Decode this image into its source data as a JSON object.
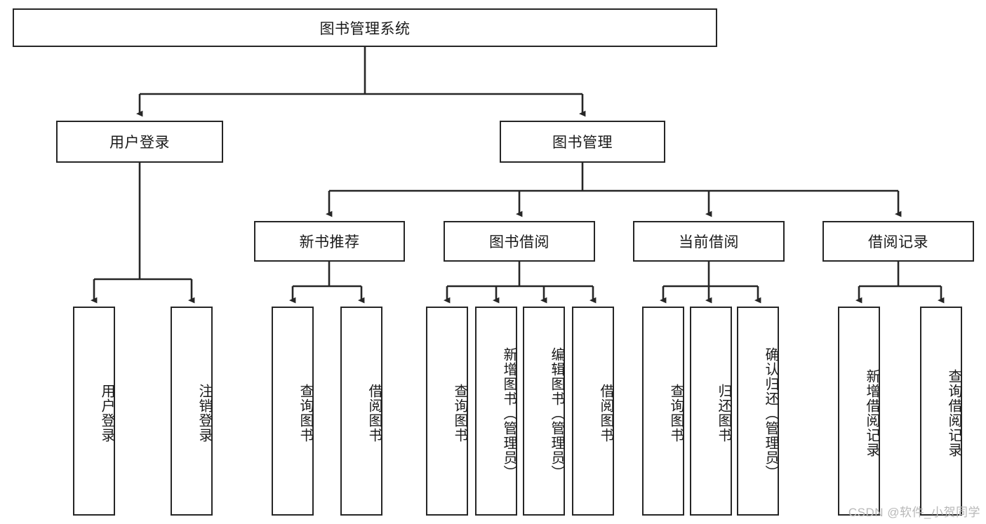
{
  "diagram": {
    "title": "图书管理系统",
    "type": "hierarchy-tree",
    "watermark": "CSDN @软件_小贺同学",
    "colors": {
      "background": "#ffffff",
      "border": "#262626",
      "text": "#1a1a1a",
      "watermark": "#b8b8b8"
    },
    "nodes": {
      "root": {
        "label": "图书管理系统"
      },
      "level2": [
        {
          "label": "用户登录"
        },
        {
          "label": "图书管理"
        }
      ],
      "level3": [
        {
          "label": "新书推荐"
        },
        {
          "label": "图书借阅"
        },
        {
          "label": "当前借阅"
        },
        {
          "label": "借阅记录"
        }
      ],
      "leaves_user_login": [
        {
          "label": "用户登录"
        },
        {
          "label": "注销登录"
        }
      ],
      "leaves_new_books": [
        {
          "label": "查询图书"
        },
        {
          "label": "借阅图书"
        }
      ],
      "leaves_borrow": [
        {
          "label": "查询图书"
        },
        {
          "label": "新增图书（管理员）"
        },
        {
          "label": "编辑图书（管理员）"
        },
        {
          "label": "借阅图书"
        }
      ],
      "leaves_current": [
        {
          "label": "查询图书"
        },
        {
          "label": "归还图书"
        },
        {
          "label": "确认归还（管理员）"
        }
      ],
      "leaves_records": [
        {
          "label": "新增借阅记录"
        },
        {
          "label": "查询借阅记录"
        }
      ]
    }
  }
}
